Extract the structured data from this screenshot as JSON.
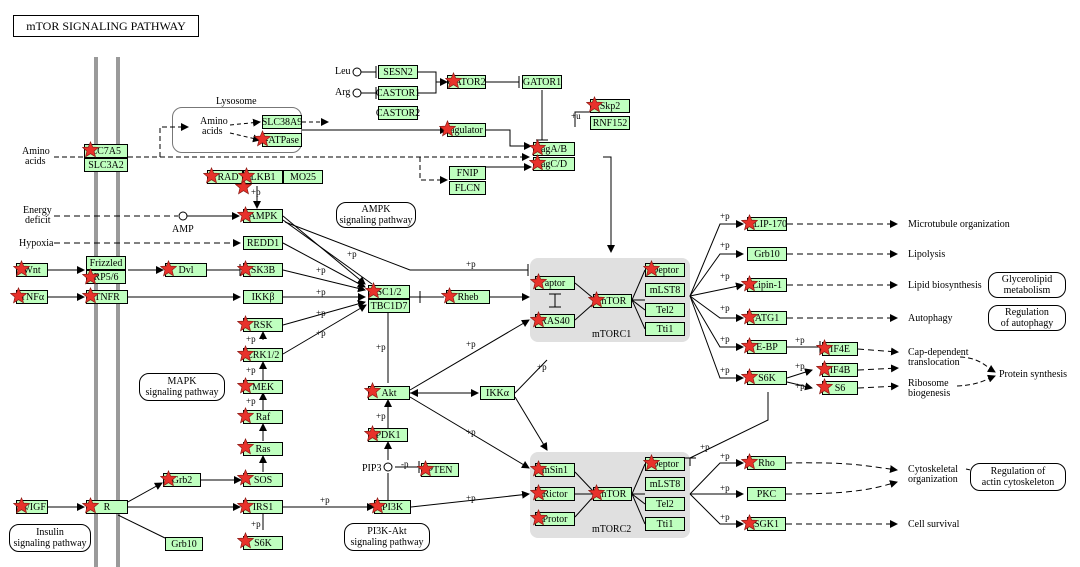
{
  "title": "mTOR SIGNALING PATHWAY",
  "marked_color": "#e8322b",
  "gene_color": "#bfffbf",
  "genes": {
    "SLC7A5": "LC7A5",
    "SLC3A2": "SLC3A2",
    "SESN2": "SESN2",
    "CASTOR1": "CASTOR1",
    "CASTOR2": "CASTOR2",
    "GATOR2": "GATOR2",
    "GATOR1": "GATOR1",
    "Skp2": "Skp2",
    "RNF152": "RNF152",
    "SLC38A9": "SLC38A9",
    "VATPase": "-ATPase",
    "Ragulator": "agulator",
    "RagAB": "agA/B",
    "RagCD": "agC/D",
    "FNIP": "FNIP",
    "FLCN": "FLCN",
    "STRAD": "TRAD",
    "LKB1": "LKB1",
    "MO25": "MO25",
    "AMPK": "AMPK",
    "REDD1": "REDD1",
    "Wnt": "Wnt",
    "Frizzled": "Frizzled",
    "LRP56": "RP5/6",
    "Dvl": "Dvl",
    "GSK3B": "SK3B",
    "TNFa": "TNFα",
    "TNFR": "TNFR",
    "IKKb": "IKKβ",
    "TSC12": "SC1/2",
    "TBC1D7": "TBC1D7",
    "Rheb": "Rheb",
    "RSK": "RSK",
    "ERK12": "ERK1/2",
    "MEK": "MEK",
    "Raf": "Raf",
    "Ras": "Ras",
    "SOS": "SOS",
    "Grb2": "Grb2",
    "Grb10a": "Grb10",
    "InsIGF": "ns/IGF",
    "R": "R",
    "IRS1": "IRS1",
    "S6Kb": "S6K",
    "PI3K": "PI3K",
    "PTEN": "PTEN",
    "PDK1": "PDK1",
    "Akt": "Akt",
    "IKKa": "IKKα",
    "Raptor": "aptor",
    "PRAS40": "RAS40",
    "mTOR1": "mTOR",
    "Deptor1": "Deptor",
    "mLST8a": "mLST8",
    "Tel2a": "Tel2",
    "Tti1a": "Tti1",
    "mSin1": "mSin1",
    "Rictor": "Rictor",
    "Protor": "Protor",
    "mTOR2": "mTOR",
    "Deptor2": "Deptor",
    "mLST8b": "mLST8",
    "Tel2b": "Tel2",
    "Tti1b": "Tti1",
    "CLIP170": "CLIP-170",
    "Grb10b": "Grb10",
    "Lipin1": "Lipin-1",
    "ATG1": "ATG1",
    "EBP": "E-BP",
    "S6K": "S6K",
    "eIF4E": "IF4E",
    "eIF4B": "IF4B",
    "S6": "S6",
    "Rho": "Rho",
    "PKC": "PKC",
    "SGK1": "SGK1"
  },
  "labels": {
    "leu": "Leu",
    "arg": "Arg",
    "lysosome": "Lysosome",
    "amino_acids_in_1": "Amino",
    "amino_acids_in_2": "acids",
    "amino_acids_1": "Amino",
    "amino_acids_2": "acids",
    "energy_1": "Energy",
    "energy_2": "deficit",
    "amp": "AMP",
    "hypoxia": "Hypoxia",
    "pip3": "PIP3",
    "mtorc1": "mTORC1",
    "mtorc2": "mTORC2",
    "out_microtubule": "Microtubule organization",
    "out_lipolysis": "Lipolysis",
    "out_lipid": "Lipid biosynthesis",
    "out_autophagy": "Autophagy",
    "out_cap_1": "Cap-dependent",
    "out_cap_2": "translocation",
    "out_ribo_1": "Ribosome",
    "out_ribo_2": "biogenesis",
    "out_protein": "Protein synthesis",
    "out_cyto_1": "Cytoskeletal",
    "out_cyto_2": "organization",
    "out_survival": "Cell  survival"
  },
  "maps": {
    "ampk_1": "AMPK",
    "ampk_2": "signaling pathway",
    "mapk_1": "MAPK",
    "mapk_2": "signaling pathway",
    "glycero_1": "Glycerolipid",
    "glycero_2": "metabolism",
    "regaut_1": "Regulation",
    "regaut_2": "of autophagy",
    "insulin_1": "Insulin",
    "insulin_2": "signaling pathway",
    "pi3k_1": "PI3K-Akt",
    "pi3k_2": "signaling pathway",
    "regact_1": "Regulation of",
    "regact_2": "actin cytoskeleton"
  },
  "mod": {
    "p": "+p",
    "u": "+u",
    "mp": "-p"
  }
}
